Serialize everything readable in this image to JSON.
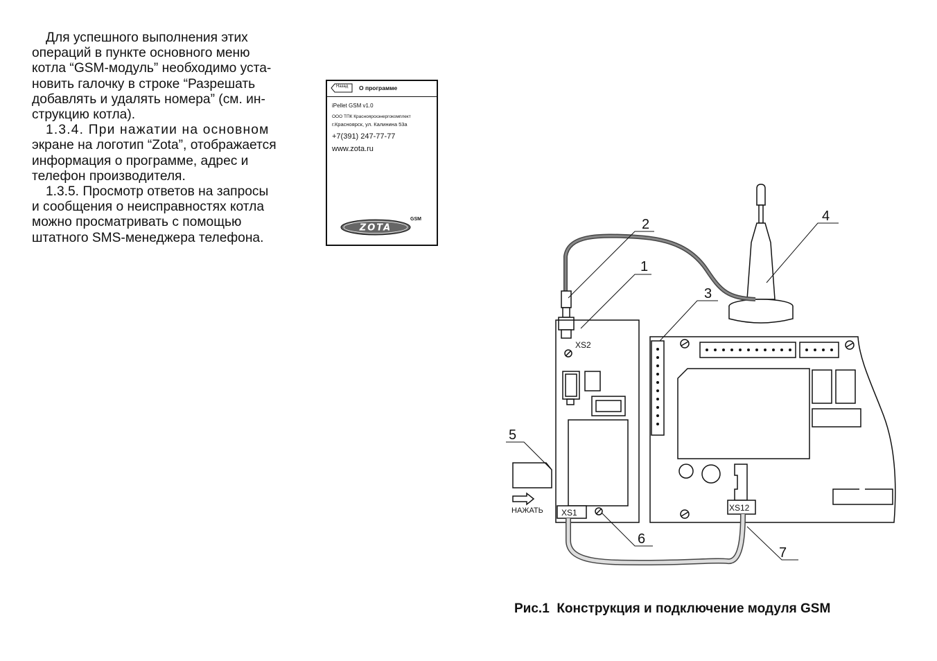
{
  "text": {
    "lines": [
      "Для успешного выполнения этих",
      "операций в пункте основного меню",
      "котла “GSM-модуль” необходимо уста-",
      "новить галочку в строке “Разрешать",
      "добавлять и  удалять номера” (см. ин-",
      "струкцию котла).",
      "1.3.4. При нажатии на основном",
      "экране на логотип “Zota”, отображается",
      "информация о программе, адрес и",
      "телефон производителя.",
      "1.3.5. Просмотр ответов на запросы",
      "и сообщения о неисправностях котла",
      "можно просматривать с помощью",
      "штатного SMS-менеджера телефона."
    ]
  },
  "screen": {
    "back_label": "Назад",
    "title": "О программе",
    "app_version": "iPellet GSM v1.0",
    "company": "ООО ТПК Красноярскэнергокомплект",
    "address": "г.Красноярск, ул. Калинина 53а",
    "phone": "+7(391) 247-77-77",
    "website": "www.zota.ru",
    "logo_text": "ZOTA",
    "logo_badge": "GSM"
  },
  "diagram": {
    "callouts": [
      "1",
      "2",
      "3",
      "4",
      "5",
      "6",
      "7"
    ],
    "connectors": {
      "xs2": "XS2",
      "xs1": "XS1",
      "xs12": "XS12"
    },
    "push_label": "НАЖАТЬ"
  },
  "caption": "Рис.1  Конструкция и подключение модуля GSM"
}
